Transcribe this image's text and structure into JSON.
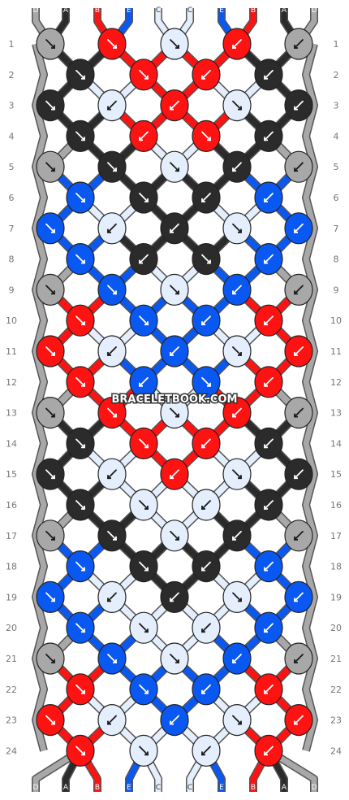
{
  "watermark": "BRACELETBOOK.COM",
  "strand_labels": [
    "D",
    "A",
    "B",
    "E",
    "C",
    "C",
    "E",
    "B",
    "A",
    "D"
  ],
  "row_numbers": [
    "1",
    "2",
    "3",
    "4",
    "5",
    "6",
    "7",
    "8",
    "9",
    "10",
    "11",
    "12",
    "13",
    "14",
    "15",
    "16",
    "17",
    "18",
    "19",
    "20",
    "21",
    "22",
    "23",
    "24"
  ],
  "colors": {
    "A": "#2b2b2b",
    "B": "#ff1212",
    "C": "#e4eefc",
    "D": "#a8a8a8",
    "E": "#0a58f2"
  },
  "knot_rows": [
    [
      "D",
      "B",
      "C",
      "B",
      "D"
    ],
    [
      "A",
      "B",
      "B",
      "A"
    ],
    [
      "A",
      "C",
      "B",
      "C",
      "A"
    ],
    [
      "A",
      "B",
      "B",
      "A"
    ],
    [
      "D",
      "A",
      "C",
      "A",
      "D"
    ],
    [
      "E",
      "A",
      "A",
      "E"
    ],
    [
      "E",
      "C",
      "A",
      "C",
      "E"
    ],
    [
      "E",
      "A",
      "A",
      "E"
    ],
    [
      "D",
      "E",
      "C",
      "E",
      "D"
    ],
    [
      "B",
      "E",
      "E",
      "B"
    ],
    [
      "B",
      "C",
      "E",
      "C",
      "B"
    ],
    [
      "B",
      "E",
      "E",
      "B"
    ],
    [
      "D",
      "B",
      "C",
      "B",
      "D"
    ],
    [
      "A",
      "B",
      "B",
      "A"
    ],
    [
      "A",
      "C",
      "B",
      "C",
      "A"
    ],
    [
      "A",
      "C",
      "C",
      "A"
    ],
    [
      "D",
      "A",
      "C",
      "A",
      "D"
    ],
    [
      "E",
      "A",
      "A",
      "E"
    ],
    [
      "E",
      "C",
      "A",
      "C",
      "E"
    ],
    [
      "E",
      "C",
      "C",
      "E"
    ],
    [
      "D",
      "E",
      "C",
      "E",
      "D"
    ],
    [
      "B",
      "E",
      "E",
      "B"
    ],
    [
      "B",
      "C",
      "E",
      "C",
      "B"
    ],
    [
      "B",
      "C",
      "C",
      "B"
    ]
  ],
  "knot_arrows": [
    [
      "fb",
      "f",
      "f",
      "b",
      "bf"
    ],
    [
      "f",
      "f",
      "b",
      "b"
    ],
    [
      "f",
      "b",
      "b",
      "f",
      "b"
    ],
    [
      "f",
      "b",
      "f",
      "b"
    ],
    [
      "fb",
      "f",
      "f",
      "b",
      "bf"
    ],
    [
      "f",
      "f",
      "b",
      "b"
    ],
    [
      "f",
      "b",
      "b",
      "f",
      "b"
    ],
    [
      "f",
      "b",
      "f",
      "b"
    ],
    [
      "fb",
      "f",
      "f",
      "b",
      "bf"
    ],
    [
      "f",
      "f",
      "b",
      "b"
    ],
    [
      "f",
      "b",
      "b",
      "f",
      "b"
    ],
    [
      "f",
      "b",
      "f",
      "b"
    ],
    [
      "fb",
      "f",
      "f",
      "b",
      "bf"
    ],
    [
      "f",
      "f",
      "b",
      "b"
    ],
    [
      "f",
      "b",
      "b",
      "f",
      "b"
    ],
    [
      "f",
      "f",
      "b",
      "b"
    ],
    [
      "fb",
      "f",
      "f",
      "b",
      "bf"
    ],
    [
      "f",
      "f",
      "b",
      "b"
    ],
    [
      "f",
      "b",
      "b",
      "f",
      "b"
    ],
    [
      "f",
      "f",
      "b",
      "b"
    ],
    [
      "fb",
      "f",
      "f",
      "b",
      "bf"
    ],
    [
      "f",
      "f",
      "b",
      "b"
    ],
    [
      "f",
      "b",
      "b",
      "f",
      "b"
    ],
    [
      "f",
      "f",
      "b",
      "b"
    ]
  ]
}
